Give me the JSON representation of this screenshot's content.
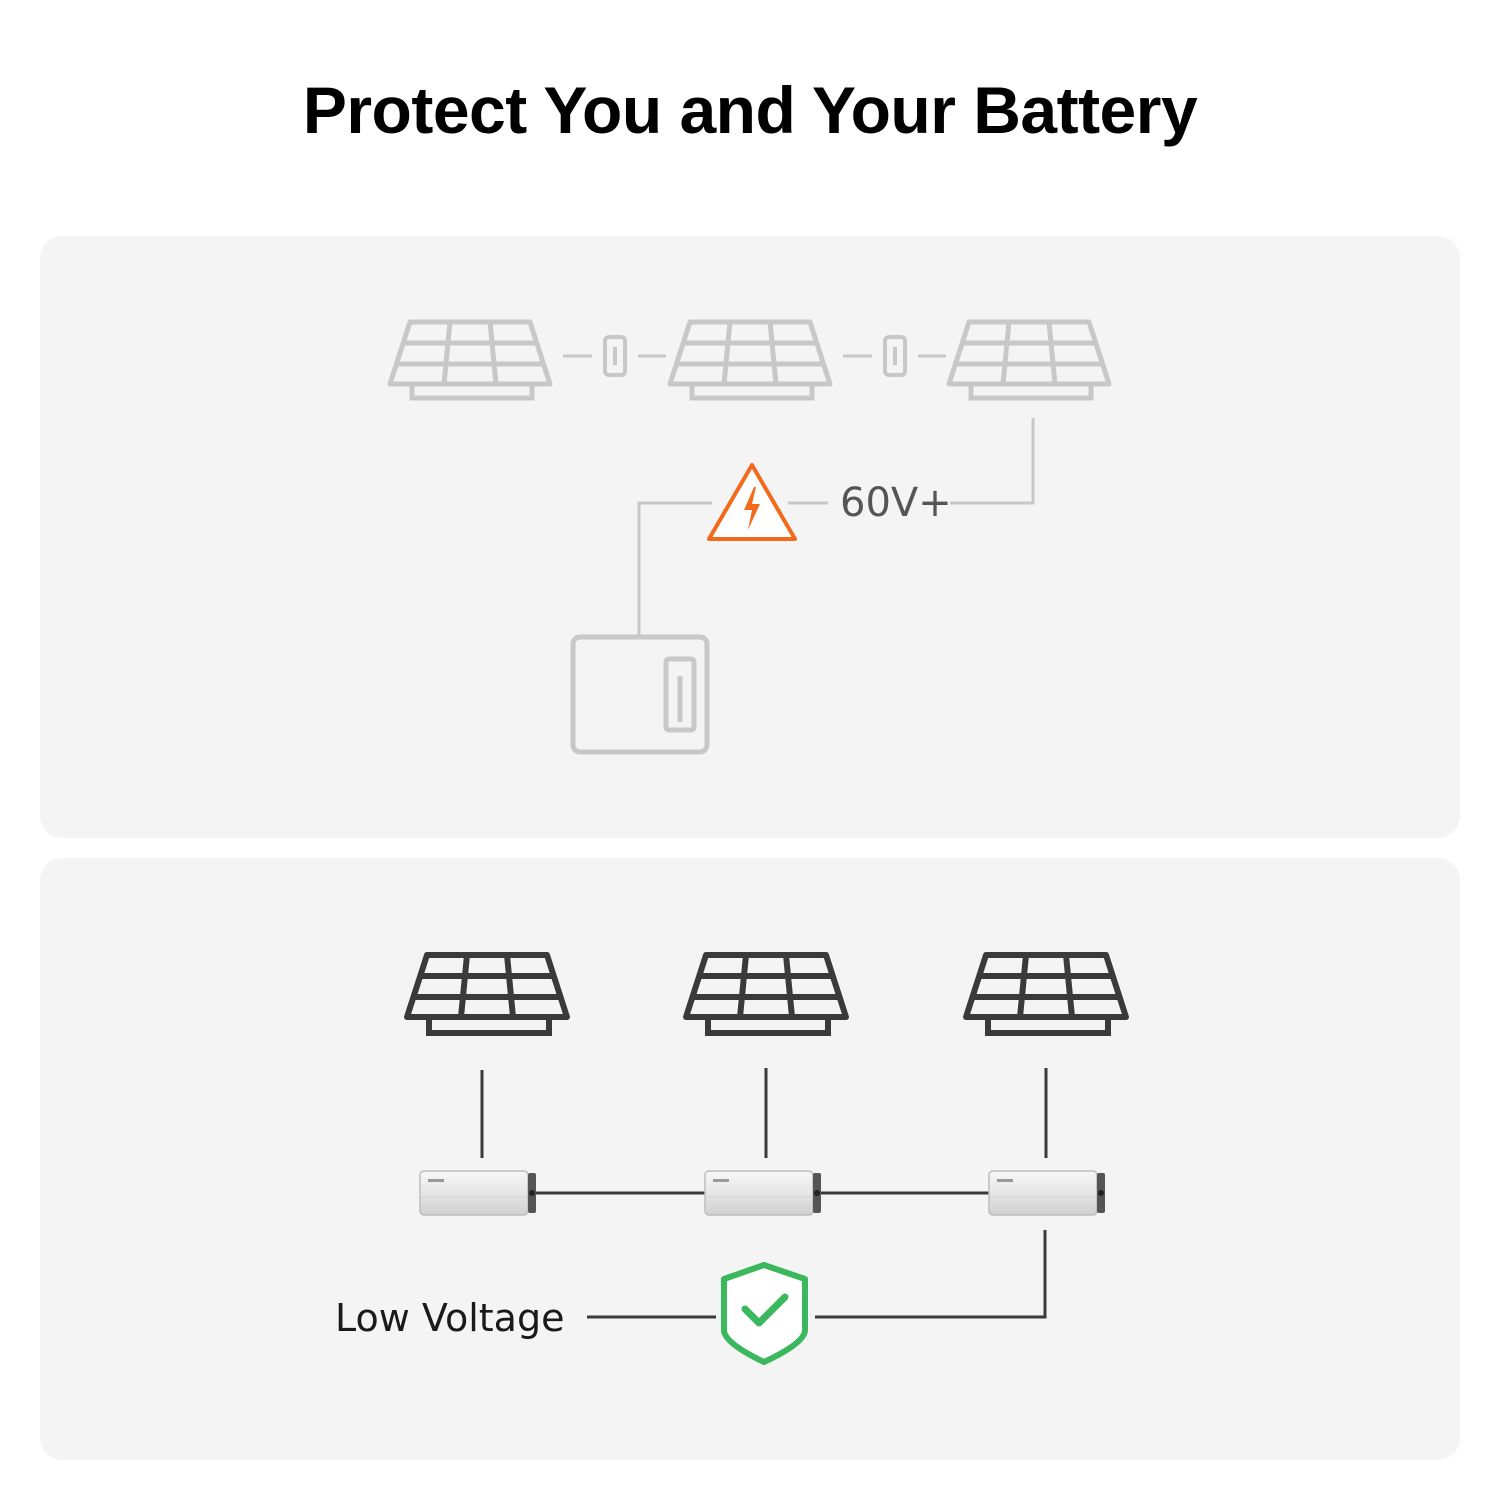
{
  "title": "Protect You and Your Battery",
  "top_panel": {
    "voltage_label": "60V+",
    "warning_color": "#f26b1d",
    "line_color": "#c8c8c8"
  },
  "bottom_panel": {
    "label": "Low Voltage",
    "check_color": "#3bb75e",
    "line_color": "#3a3a3a"
  }
}
